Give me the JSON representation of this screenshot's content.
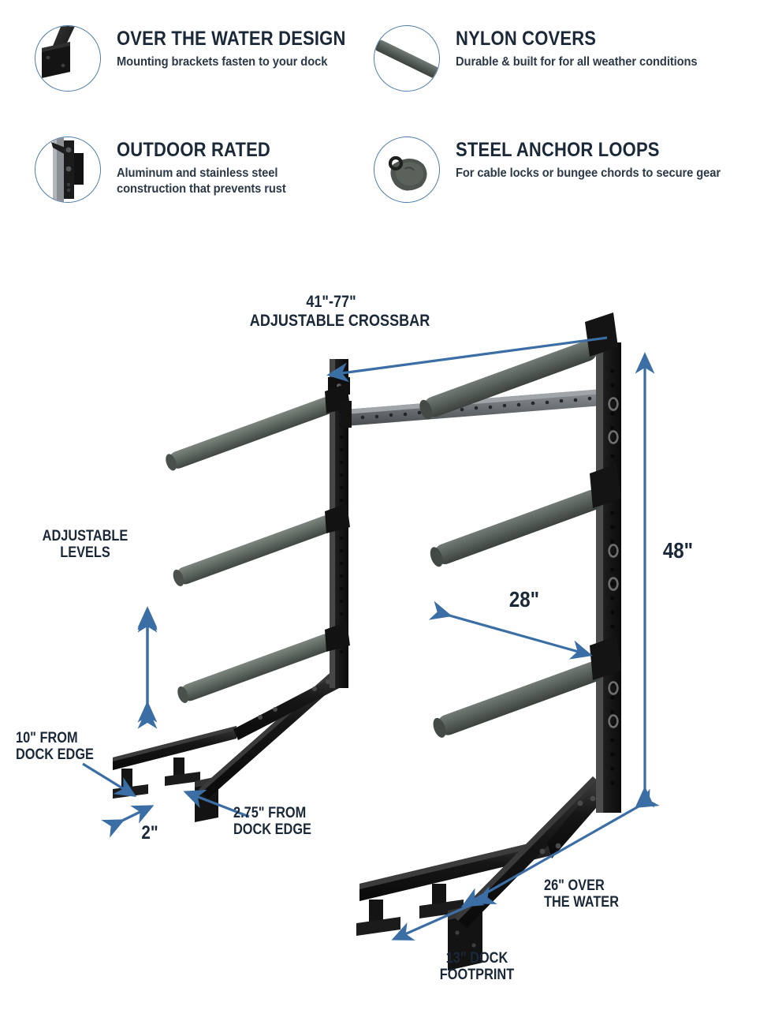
{
  "features": [
    {
      "icon": "mounting-bracket-photo",
      "title": "OVER THE WATER DESIGN",
      "desc": [
        "Mounting brackets fasten to your dock"
      ]
    },
    {
      "icon": "nylon-padded-bar-photo",
      "title": "NYLON COVERS",
      "desc": [
        "Durable & built for for all weather conditions"
      ]
    },
    {
      "icon": "aluminum-hardware-photo",
      "title": "OUTDOOR RATED",
      "desc": [
        "Aluminum and stainless steel",
        "construction that prevents rust"
      ]
    },
    {
      "icon": "steel-anchor-loop-photo",
      "title": "STEEL ANCHOR LOOPS",
      "desc": [
        "For cable locks or bungee chords to secure gear"
      ]
    }
  ],
  "diagram": {
    "name": "dock-storage-rack-dimension-diagram",
    "dimensions": {
      "crossbar": {
        "value": "41\"-77\"",
        "label": "ADJUSTABLE CROSSBAR"
      },
      "levels": {
        "line1": "ADJUSTABLE",
        "line2": "LEVELS"
      },
      "arm_reach": "28\"",
      "height": "48\"",
      "dock_edge_10": {
        "line1": "10\" FROM",
        "line2": "DOCK EDGE"
      },
      "foot_gap": "2\"",
      "dock_edge_275": {
        "line1": "2.75\" FROM",
        "line2": "DOCK EDGE"
      },
      "over_water": {
        "line1": "26\" OVER",
        "line2": "THE WATER"
      },
      "dock_footprint": {
        "line1": "13\" DOCK",
        "line2": "FOOTPRINT"
      }
    }
  },
  "colors": {
    "accent_blue": "#3b6ea5",
    "circle_border": "#4a7aa8",
    "heading_navy": "#1a2838",
    "pad_gray": "#5f6763",
    "frame_black": "#151515",
    "crossbar_gray": "#6e7478",
    "background": "#ffffff"
  }
}
